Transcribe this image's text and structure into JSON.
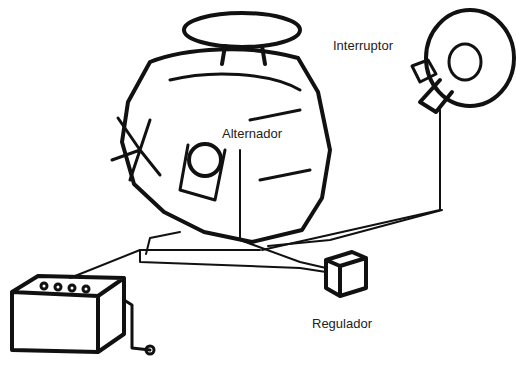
{
  "diagram": {
    "labels": [
      "Interruptor",
      "Alternador",
      "Regulador"
    ]
  }
}
